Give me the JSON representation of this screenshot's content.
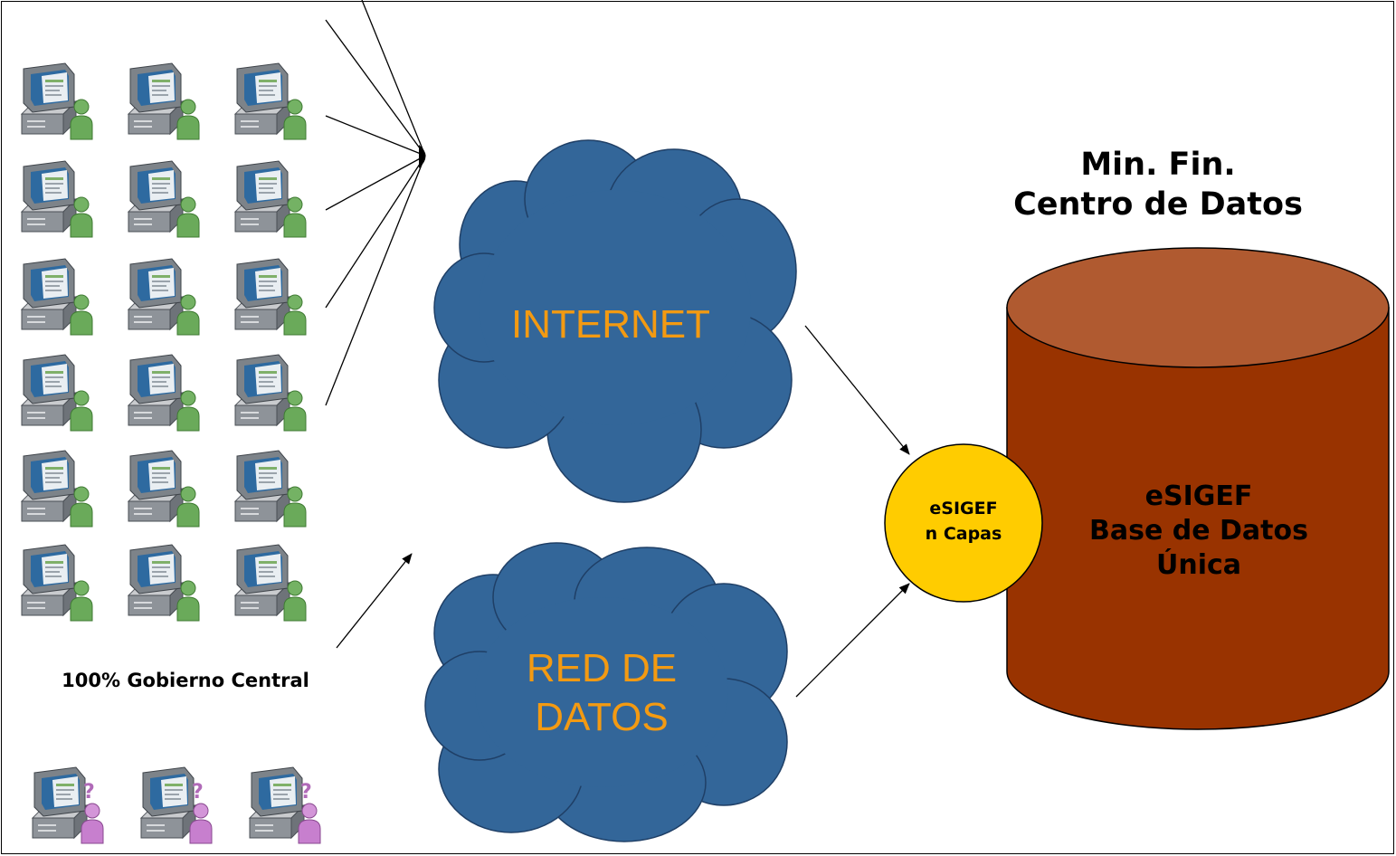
{
  "title": {
    "line1": "Min. Fin.",
    "line2": "Centro de Datos"
  },
  "clouds": {
    "internet": "INTERNET",
    "red_line1": "RED DE",
    "red_line2": "DATOS"
  },
  "server": {
    "line1": "eSIGEF",
    "line2": "n Capas"
  },
  "database": {
    "line1": "eSIGEF",
    "line2": "Base de Datos",
    "line3": "Única"
  },
  "users_label": "100% Gobierno Central",
  "colors": {
    "cloud_fill": "#336699",
    "cloud_text": "#f39a12",
    "server_fill": "#ffcc00",
    "db_body": "#993300",
    "db_top": "#b05a30",
    "user_known": "#6aaa5a",
    "user_unknown": "#c77fce"
  },
  "icons": {
    "known_user_workstation": "computer-user-icon",
    "unknown_user_workstation": "computer-unknown-user-icon"
  }
}
